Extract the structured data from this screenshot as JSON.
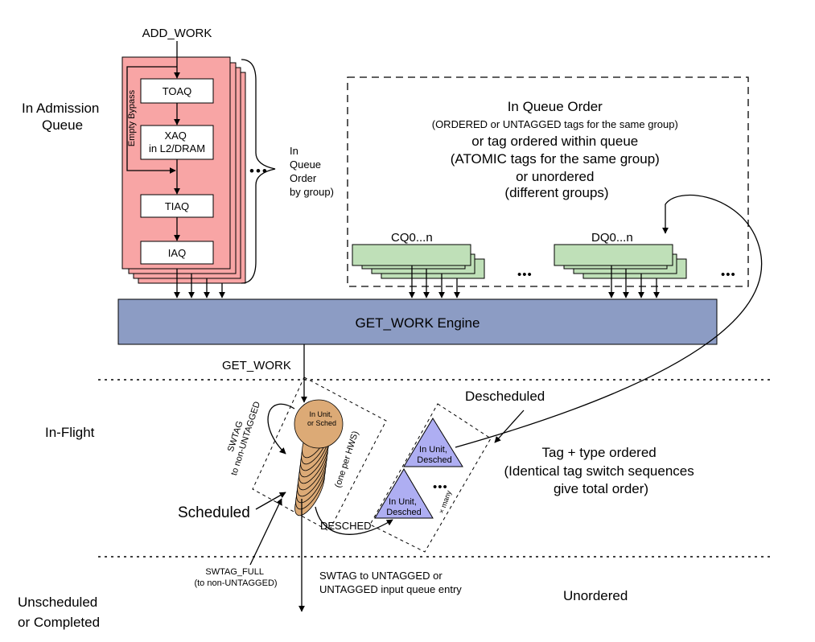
{
  "colors": {
    "admission_queue_fill": "#f8a5a5",
    "input_queue_fill": "#bfe0b8",
    "engine_fill": "#8c9cc4",
    "scheduled_fill": "#dcaa76",
    "descheduled_fill": "#aeaef2"
  },
  "zones": {
    "admission": [
      "In Admission",
      "Queue"
    ],
    "inflight": "In-Flight",
    "unscheduled": [
      "Unscheduled",
      "or Completed"
    ]
  },
  "inputs": {
    "add_work": "ADD_WORK"
  },
  "admission_queue": {
    "toaq": "TOAQ",
    "xaq": [
      "XAQ",
      "in L2/DRAM"
    ],
    "tiaq": "TIAQ",
    "iaq": "IAQ",
    "empty_bypass": "Empty Bypass",
    "ellipsis": "•••",
    "brace_label": [
      "In",
      "Queue",
      "Order",
      "by group)"
    ]
  },
  "queue_order": {
    "lines": [
      "In Queue Order",
      "(ORDERED or UNTAGGED tags for the same group)",
      "or tag ordered within queue",
      "(ATOMIC tags for the same group)",
      "or unordered",
      "(different groups)"
    ],
    "cq_label": "CQ0...n",
    "dq_label": "DQ0...n",
    "ellipsis": "•••"
  },
  "engine": {
    "label": "GET_WORK Engine"
  },
  "inflight": {
    "get_work": "GET_WORK",
    "swtag_loop": [
      "SWTAG",
      "to non-UNTAGGED"
    ],
    "scheduled": "Scheduled",
    "stack_label": [
      "In Unit,",
      "or Sched"
    ],
    "one_per_hws": "(one per HWS)",
    "descheduled": "Descheduled",
    "desched_arrow": "DESCHED",
    "triangle_label": [
      "In Unit,",
      "Desched"
    ],
    "many": "× many",
    "ellipsis": "•••",
    "tag_order": [
      "Tag + type ordered",
      "(Identical tag switch sequences",
      "give total order)"
    ]
  },
  "bottom": {
    "swtag_full": [
      "SWTAG_FULL",
      "(to non-UNTAGGED)"
    ],
    "swtag_untagged": [
      "SWTAG to UNTAGGED or",
      "UNTAGGED input queue entry"
    ],
    "unordered": "Unordered"
  }
}
